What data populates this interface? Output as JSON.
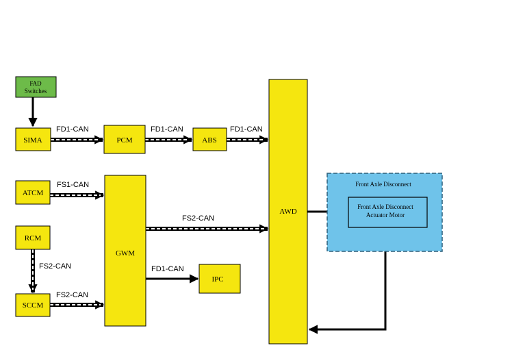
{
  "colors": {
    "module_fill": "#f5e60f",
    "switch_fill": "#6dbb49",
    "fad_fill": "#6fc3ea",
    "stroke": "#000000"
  },
  "nodes": {
    "fad_switches": [
      "FAD",
      "Switches"
    ],
    "sima": "SIMA",
    "pcm": "PCM",
    "abs": "ABS",
    "awd": "AWD",
    "atcm": "ATCM",
    "gwm": "GWM",
    "rcm": "RCM",
    "sccm": "SCCM",
    "ipc": "IPC",
    "fad_group": "Front Axle Disconnect",
    "fad_motor": [
      "Front Axle Disconnect",
      "Actuator Motor"
    ]
  },
  "buses": {
    "sima_pcm": "FD1-CAN",
    "pcm_abs": "FD1-CAN",
    "abs_awd": "FD1-CAN",
    "atcm_gwm": "FS1-CAN",
    "gwm_awd": "FS2-CAN",
    "rcm_sccm": "FS2-CAN",
    "sccm_gwm": "FS2-CAN",
    "gwm_ipc": "FD1-CAN"
  }
}
